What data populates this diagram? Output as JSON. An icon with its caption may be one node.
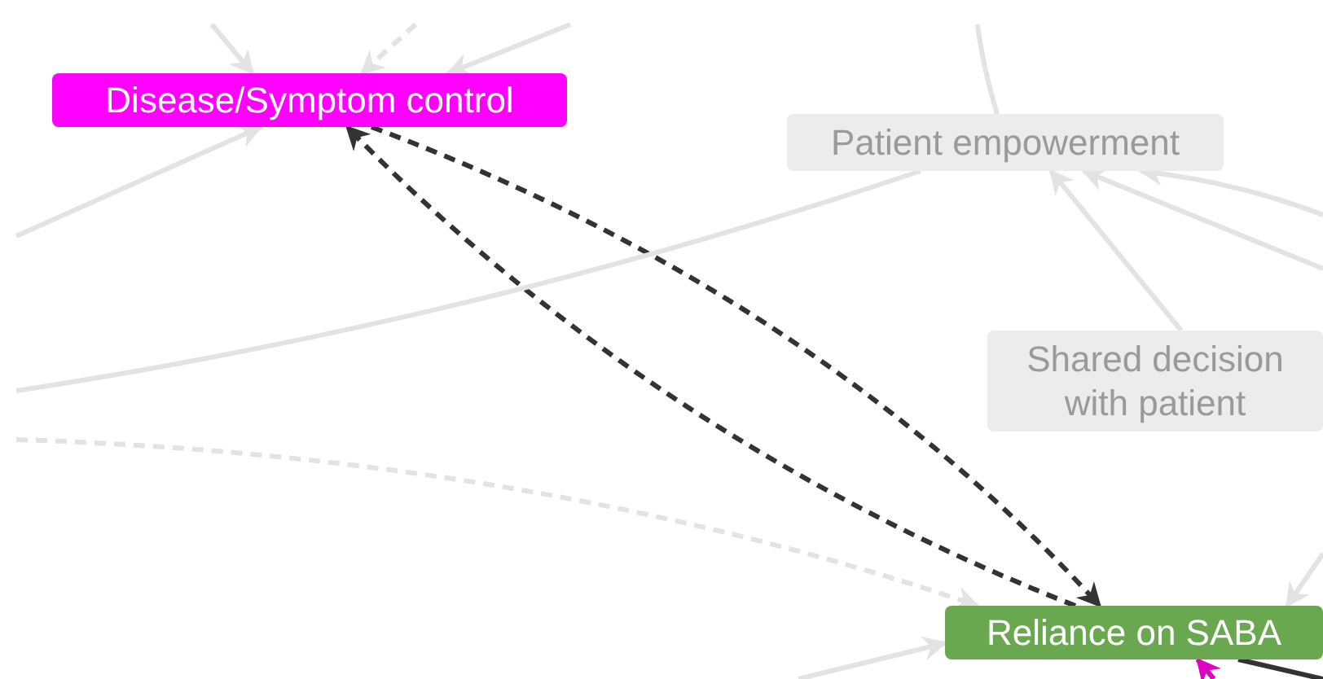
{
  "diagram": {
    "nodes": [
      {
        "text": [
          "Disease/Symptom control"
        ]
      },
      {
        "text": [
          "Patient empowerment"
        ]
      },
      {
        "text": [
          "Shared decision with patient"
        ]
      },
      {
        "text": [
          "Reliance on SABA"
        ]
      }
    ],
    "edges": [
      {
        "from": 3,
        "to": 0,
        "arrow": "to",
        "style": "dashed",
        "color": "#333333"
      },
      {
        "from": 0,
        "to": 3,
        "arrow": "to",
        "style": "dashed",
        "color": "#333333"
      },
      {
        "from": null,
        "to": 0,
        "arrow": "to"
      },
      {
        "from": null,
        "to": 0,
        "arrow": "to",
        "style": "dashed"
      },
      {
        "from": null,
        "to": 0,
        "arrow": "to"
      },
      {
        "from": null,
        "to": 0,
        "arrow": "to"
      },
      {
        "from": null,
        "to": 1,
        "arrow": "none"
      },
      {
        "from": 1,
        "to": null,
        "arrow": "none"
      },
      {
        "from": 2,
        "to": 1,
        "arrow": "to"
      },
      {
        "from": null,
        "to": 1,
        "arrow": "to"
      },
      {
        "from": null,
        "to": 1,
        "arrow": "to"
      },
      {
        "from": null,
        "to": 3,
        "arrow": "to",
        "style": "dashed"
      },
      {
        "from": null,
        "to": 3,
        "arrow": "to"
      },
      {
        "from": null,
        "to": 3,
        "arrow": "to"
      },
      {
        "from": null,
        "to": 3,
        "arrow": "to",
        "color": "#e000c0"
      },
      {
        "from": 3,
        "to": null,
        "arrow": "none",
        "color": "#333333"
      }
    ]
  }
}
